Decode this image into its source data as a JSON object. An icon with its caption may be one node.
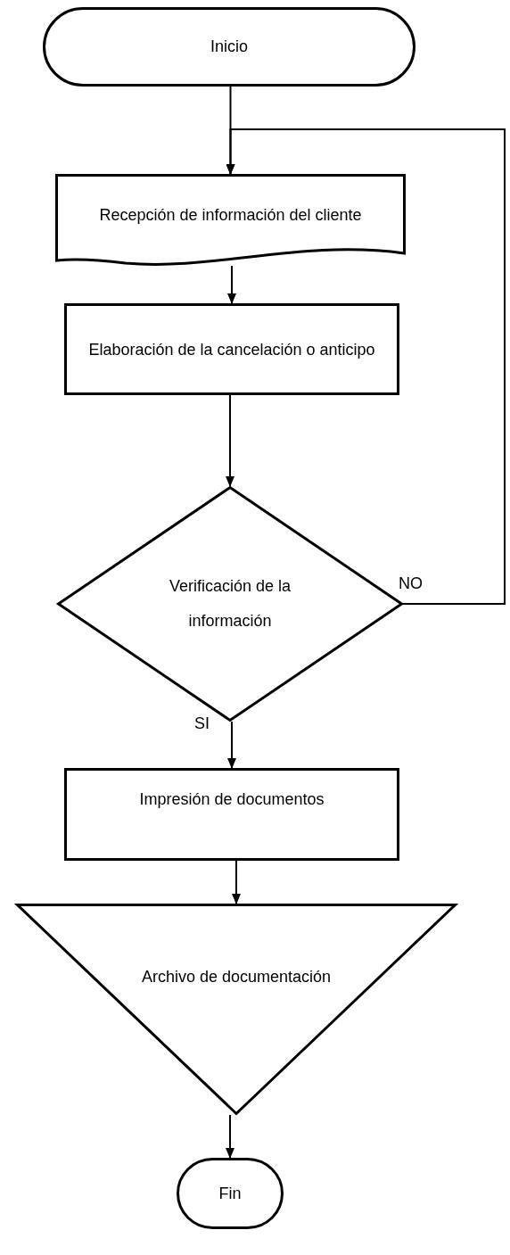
{
  "diagram": {
    "nodes": [
      {
        "text": [
          "Inicio"
        ]
      },
      {
        "text": [
          "Recepción de información del cliente"
        ]
      },
      {
        "text": [
          "Elaboración de la cancelación o anticipo"
        ]
      },
      {
        "text": [
          "Verificación de la información"
        ]
      },
      {
        "text": [
          "Impresión de documentos"
        ]
      },
      {
        "text": [
          "Archivo de documentación"
        ]
      },
      {
        "text": [
          "Fin"
        ]
      }
    ],
    "edges": [
      {
        "from": 0,
        "to": 1,
        "arrow": "to"
      },
      {
        "from": 1,
        "to": 2,
        "arrow": "to"
      },
      {
        "from": 2,
        "to": 3,
        "arrow": "to"
      },
      {
        "from": 3,
        "to": 1,
        "arrow": "to",
        "label": "NO"
      },
      {
        "from": 3,
        "to": 4,
        "arrow": "to",
        "label": "SI"
      },
      {
        "from": 4,
        "to": 5,
        "arrow": "to"
      },
      {
        "from": 5,
        "to": 6,
        "arrow": "to"
      }
    ]
  }
}
